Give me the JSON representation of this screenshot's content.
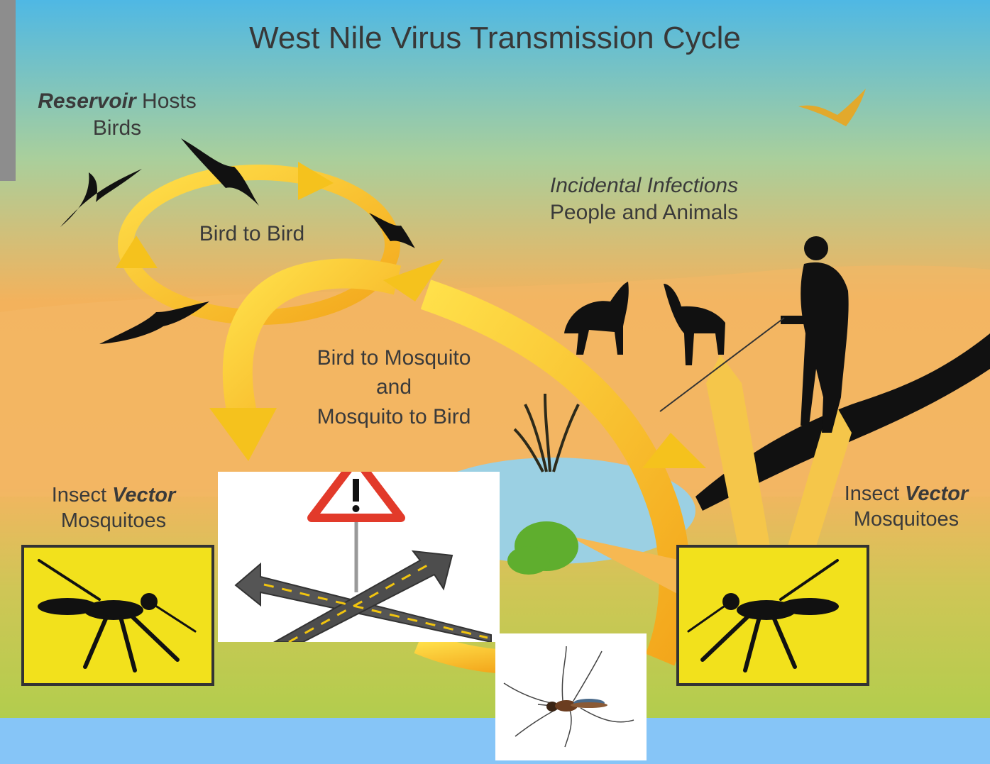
{
  "diagram": {
    "title": "West Nile Virus Transmission Cycle",
    "reservoir": {
      "emph": "Reservoir",
      "rest": " Hosts",
      "line2": "Birds"
    },
    "bird_to_bird": "Bird to Bird",
    "bird_mosquito": {
      "line1": "Bird to Mosquito",
      "line2": "and",
      "line3": "Mosquito to Bird"
    },
    "incidental": {
      "line1": "Incidental Infections",
      "line2": "People and Animals"
    },
    "vector_left": {
      "pre": "Insect ",
      "emph": "Vector",
      "line2": "Mosquitoes"
    },
    "vector_right": {
      "pre": "Insect ",
      "emph": "Vector",
      "line2": "Mosquitoes"
    }
  },
  "icons": [
    "bird-silhouette-icon",
    "horse-silhouette-icon",
    "person-silhouette-icon",
    "mosquito-icon",
    "warning-sign-icon",
    "crossroads-icon"
  ],
  "colors": {
    "sky_top": "#4fb8e4",
    "sand": "#f3b25c",
    "grass": "#b9cc4e",
    "arrow": "#f5c21d",
    "sign_box": "#f2e11c",
    "page_bg": "#86c5f7"
  }
}
